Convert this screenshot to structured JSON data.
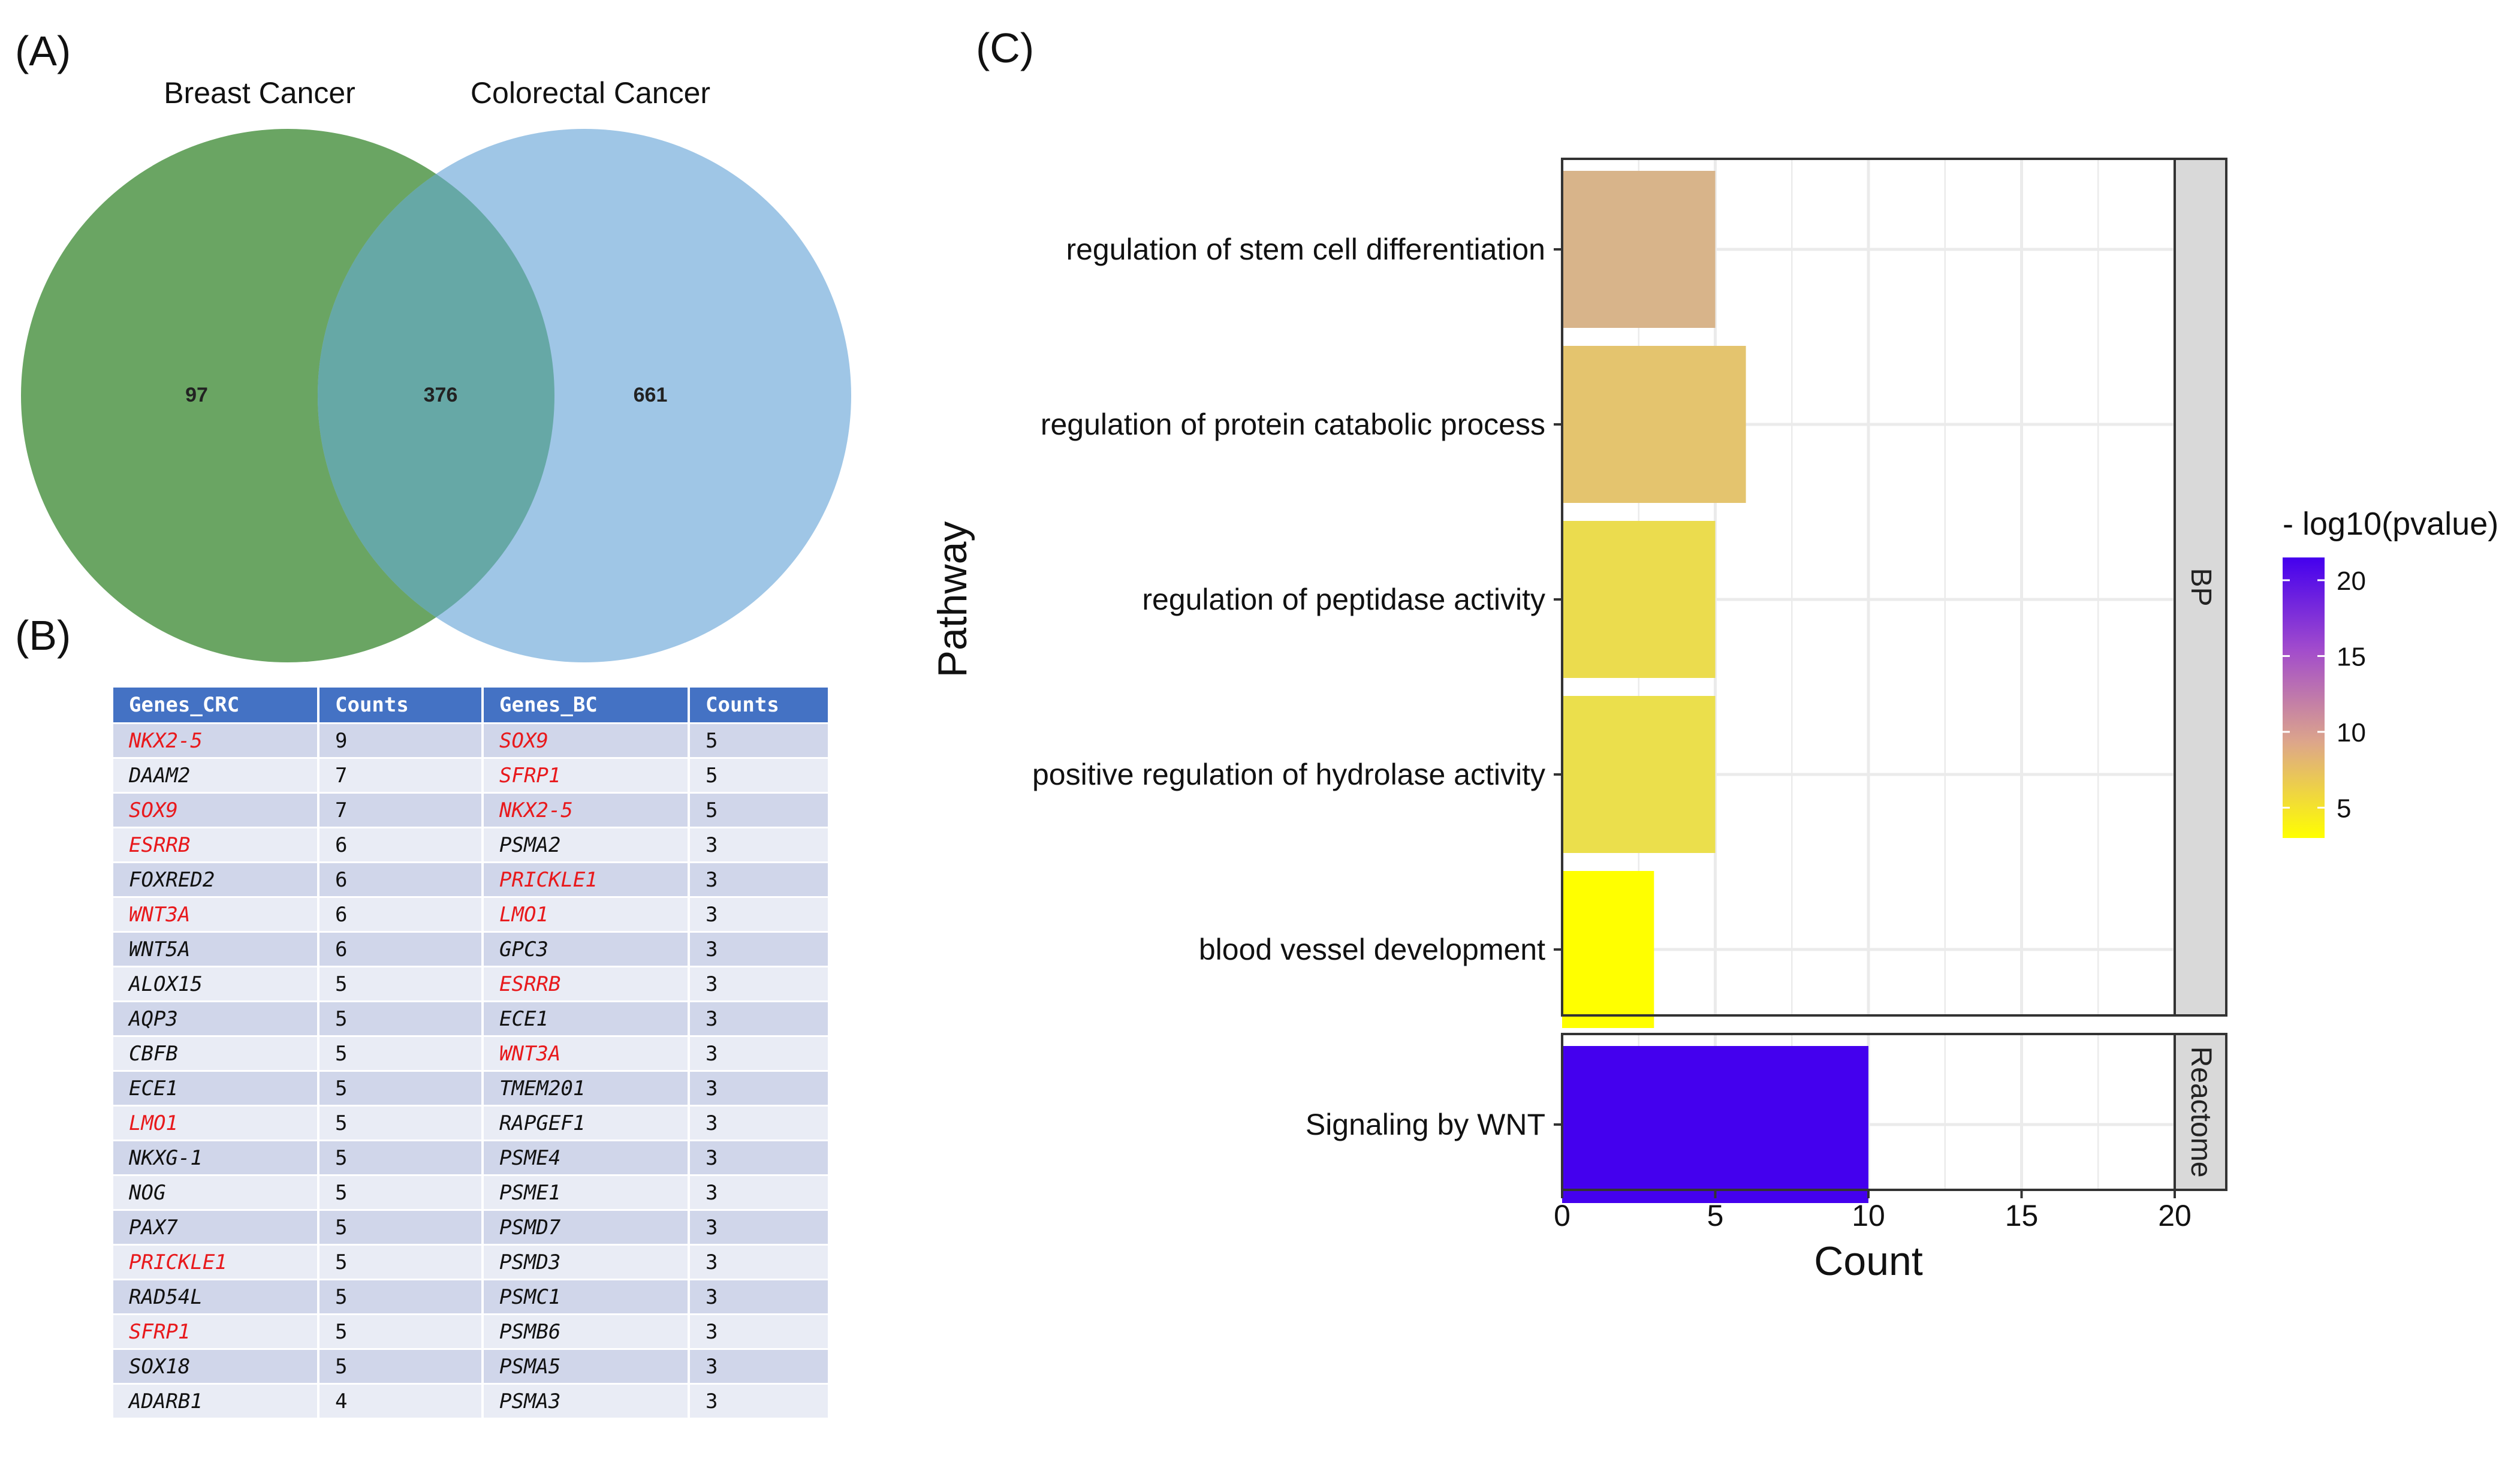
{
  "panels": {
    "a": "(A)",
    "b": "(B)",
    "c": "(C)"
  },
  "venn": {
    "set_a": {
      "label": "Breast Cancer",
      "only": "97",
      "color": "#6aa563"
    },
    "set_b": {
      "label": "Colorectal Cancer",
      "only": "661",
      "color": "#9fc6e6"
    },
    "overlap": "376",
    "overlap_color": "#66a8a6"
  },
  "table": {
    "headers": [
      "Genes_CRC",
      "Counts",
      "Genes_BC",
      "Counts"
    ],
    "highlight_color": "#e8191c",
    "rows": [
      {
        "crc": "NKX2-5",
        "crc_count": "9",
        "crc_red": true,
        "bc": "SOX9",
        "bc_count": "5",
        "bc_red": true
      },
      {
        "crc": "DAAM2",
        "crc_count": "7",
        "crc_red": false,
        "bc": "SFRP1",
        "bc_count": "5",
        "bc_red": true
      },
      {
        "crc": "SOX9",
        "crc_count": "7",
        "crc_red": true,
        "bc": "NKX2-5",
        "bc_count": "5",
        "bc_red": true
      },
      {
        "crc": "ESRRB",
        "crc_count": "6",
        "crc_red": true,
        "bc": "PSMA2",
        "bc_count": "3",
        "bc_red": false
      },
      {
        "crc": "FOXRED2",
        "crc_count": "6",
        "crc_red": false,
        "bc": "PRICKLE1",
        "bc_count": "3",
        "bc_red": true
      },
      {
        "crc": "WNT3A",
        "crc_count": "6",
        "crc_red": true,
        "bc": "LMO1",
        "bc_count": "3",
        "bc_red": true
      },
      {
        "crc": "WNT5A",
        "crc_count": "6",
        "crc_red": false,
        "bc": "GPC3",
        "bc_count": "3",
        "bc_red": false
      },
      {
        "crc": "ALOX15",
        "crc_count": "5",
        "crc_red": false,
        "bc": "ESRRB",
        "bc_count": "3",
        "bc_red": true
      },
      {
        "crc": "AQP3",
        "crc_count": "5",
        "crc_red": false,
        "bc": "ECE1",
        "bc_count": "3",
        "bc_red": false
      },
      {
        "crc": "CBFB",
        "crc_count": "5",
        "crc_red": false,
        "bc": "WNT3A",
        "bc_count": "3",
        "bc_red": true
      },
      {
        "crc": "ECE1",
        "crc_count": "5",
        "crc_red": false,
        "bc": "TMEM201",
        "bc_count": "3",
        "bc_red": false
      },
      {
        "crc": "LMO1",
        "crc_count": "5",
        "crc_red": true,
        "bc": "RAPGEF1",
        "bc_count": "3",
        "bc_red": false
      },
      {
        "crc": "NKXG-1",
        "crc_count": "5",
        "crc_red": false,
        "bc": "PSME4",
        "bc_count": "3",
        "bc_red": false
      },
      {
        "crc": "NOG",
        "crc_count": "5",
        "crc_red": false,
        "bc": "PSME1",
        "bc_count": "3",
        "bc_red": false
      },
      {
        "crc": "PAX7",
        "crc_count": "5",
        "crc_red": false,
        "bc": "PSMD7",
        "bc_count": "3",
        "bc_red": false
      },
      {
        "crc": "PRICKLE1",
        "crc_count": "5",
        "crc_red": true,
        "bc": "PSMD3",
        "bc_count": "3",
        "bc_red": false
      },
      {
        "crc": "RAD54L",
        "crc_count": "5",
        "crc_red": false,
        "bc": "PSMC1",
        "bc_count": "3",
        "bc_red": false
      },
      {
        "crc": "SFRP1",
        "crc_count": "5",
        "crc_red": true,
        "bc": "PSMB6",
        "bc_count": "3",
        "bc_red": false
      },
      {
        "crc": "SOX18",
        "crc_count": "5",
        "crc_red": false,
        "bc": "PSMA5",
        "bc_count": "3",
        "bc_red": false
      },
      {
        "crc": "ADARB1",
        "crc_count": "4",
        "crc_red": false,
        "bc": "PSMA3",
        "bc_count": "3",
        "bc_red": false
      }
    ]
  },
  "chart_data": {
    "type": "bar",
    "orientation": "horizontal",
    "title": "",
    "xlabel": "Count",
    "ylabel": "Pathway",
    "xlim": [
      0,
      20
    ],
    "x_ticks": [
      "0",
      "5",
      "10",
      "15",
      "20"
    ],
    "grid": true,
    "facets": [
      {
        "name": "BP",
        "categories": [
          "regulation of stem cell differentiation",
          "regulation of protein catabolic process",
          "regulation of peptidase activity",
          "positive regulation of hydrolase activity",
          "blood vessel development"
        ],
        "values": [
          5,
          6,
          5,
          5,
          3
        ],
        "neg_log10_pvalue": [
          9,
          7,
          5.5,
          5.5,
          3
        ],
        "colors": [
          "#d8b48a",
          "#e4c46e",
          "#ebdc4e",
          "#ebdf4c",
          "#ffff00"
        ]
      },
      {
        "name": "Reactome",
        "categories": [
          "Signaling by WNT"
        ],
        "values": [
          10
        ],
        "neg_log10_pvalue": [
          21.5
        ],
        "colors": [
          "#4400ee"
        ]
      }
    ],
    "legend": {
      "title": "- log10(pvalue)",
      "ticks": [
        "20",
        "15",
        "10",
        "5"
      ],
      "range": [
        3,
        21.5
      ],
      "gradient": [
        "#4400ee",
        "#a24ccc",
        "#dda68a",
        "#ffff00"
      ],
      "placement": "right"
    }
  }
}
